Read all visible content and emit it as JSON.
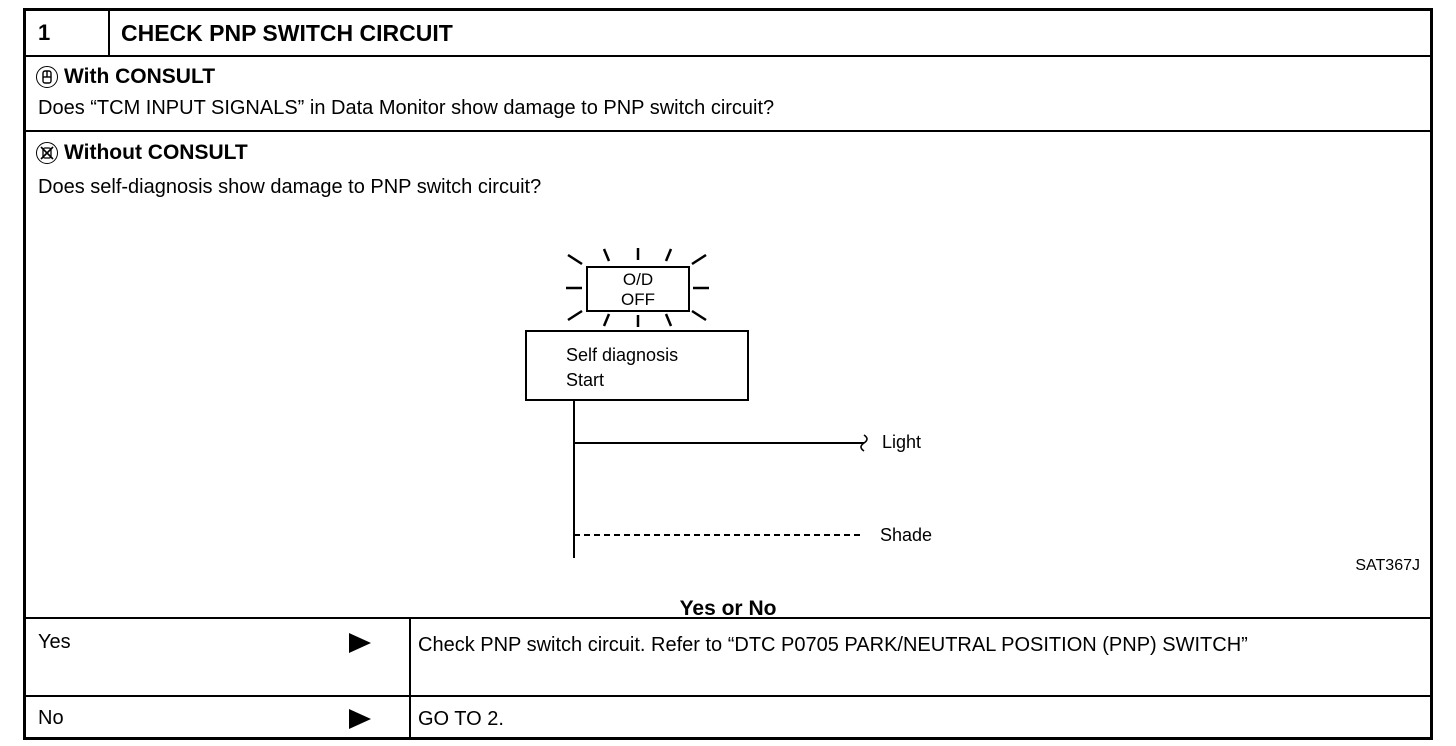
{
  "header": {
    "number": "1",
    "title": "CHECK PNP SWITCH CIRCUIT"
  },
  "with_consult": {
    "icon": "consult-plug-icon",
    "heading": "With CONSULT",
    "question": "Does “TCM INPUT SIGNALS” in Data Monitor show damage to PNP switch circuit?"
  },
  "without_consult": {
    "icon": "no-consult-icon",
    "heading": "Without CONSULT",
    "question": "Does self-diagnosis show damage to PNP switch circuit?"
  },
  "figure": {
    "lamp_line1": "O/D",
    "lamp_line2": "OFF",
    "box_line1": "Self  diagnosis",
    "box_line2": "Start",
    "light_label": "Light",
    "shade_label": "Shade",
    "figure_code": "SAT367J"
  },
  "decision": "Yes or No",
  "answers": [
    {
      "label": "Yes",
      "action": "Check PNP switch circuit. Refer to “DTC P0705 PARK/NEUTRAL POSITION (PNP) SWITCH”"
    },
    {
      "label": "No",
      "action": "GO TO 2."
    }
  ]
}
